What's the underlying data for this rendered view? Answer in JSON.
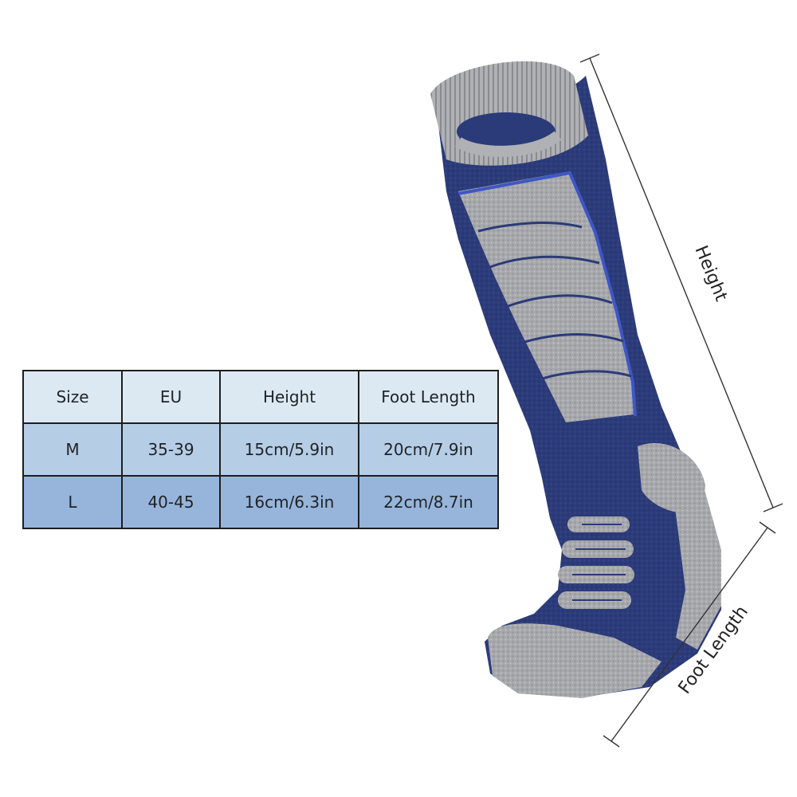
{
  "size_chart": {
    "columns": [
      "Size",
      "EU",
      "Height",
      "Foot Length"
    ],
    "rows": [
      [
        "M",
        "35-39",
        "15cm/5.9in",
        "20cm/7.9in"
      ],
      [
        "L",
        "40-45",
        "16cm/6.3in",
        "22cm/8.7in"
      ]
    ]
  },
  "dimensions": {
    "height_label": "Height",
    "foot_length_label": "Foot Length"
  },
  "colors": {
    "header_row": "#dce9f3",
    "row_m": "#b6cde6",
    "row_l": "#97b5db",
    "sock_navy": "#2b3a78",
    "sock_gray": "#a9aaae",
    "sock_accent_blue": "#3f56c6"
  }
}
